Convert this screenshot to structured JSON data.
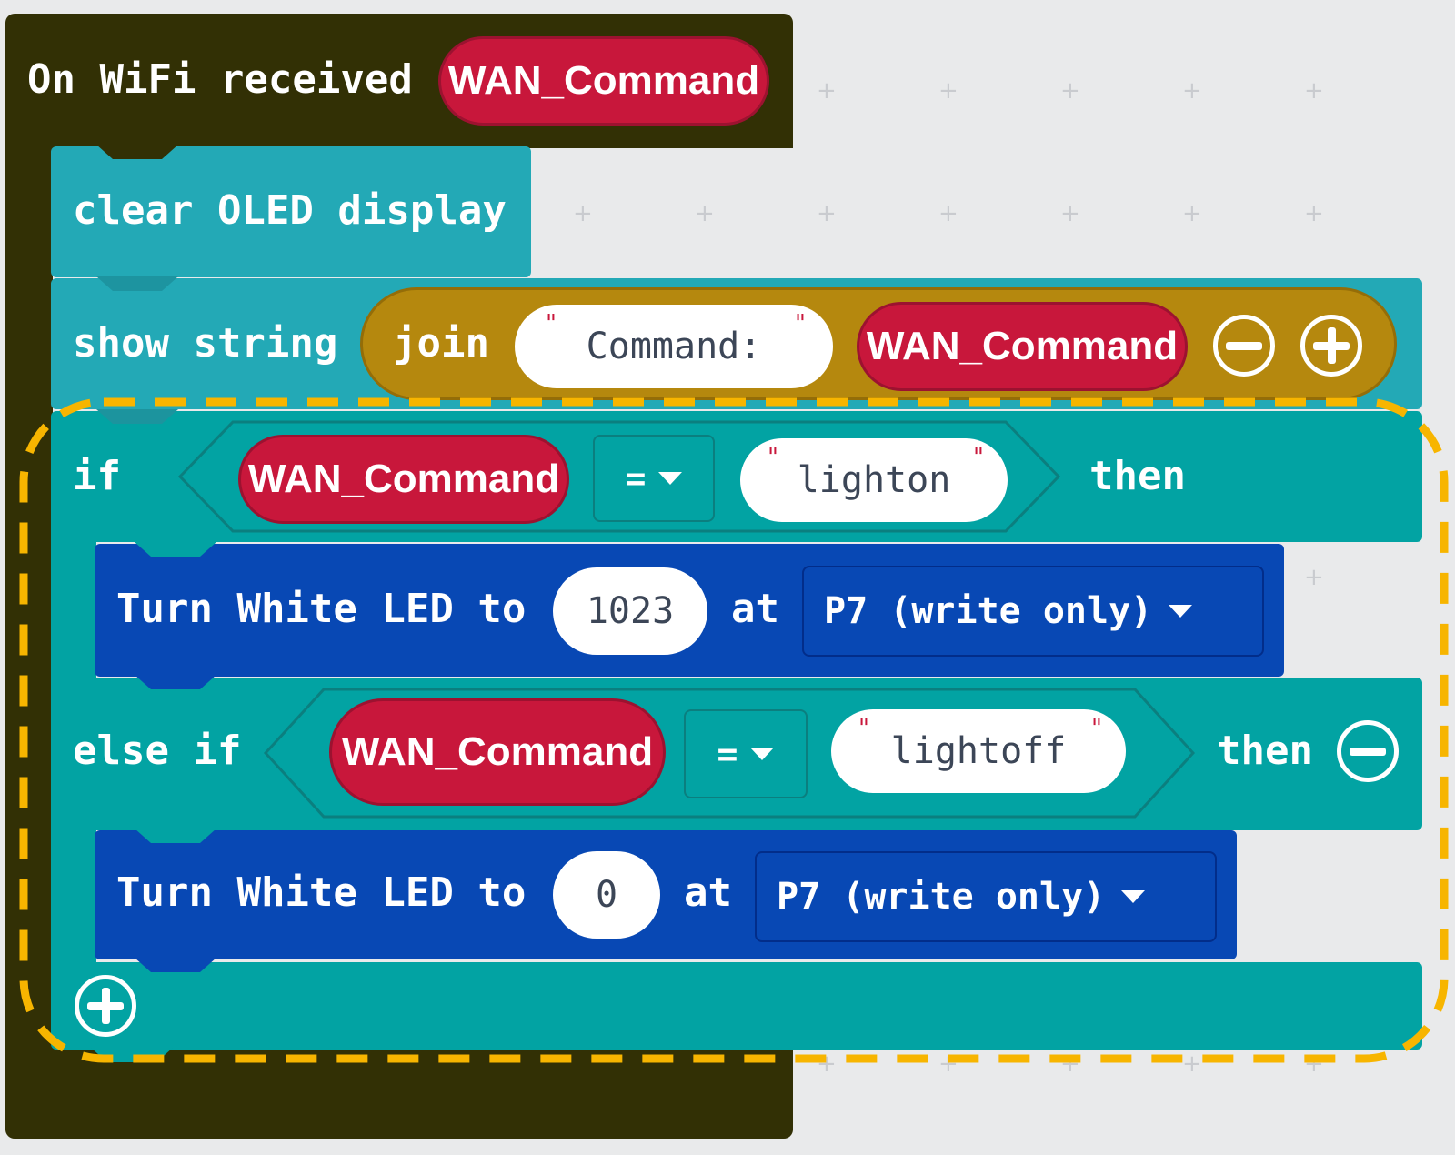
{
  "event_block": {
    "label": "On WiFi received",
    "param": "WAN_Command"
  },
  "clear_block": {
    "label": "clear OLED display"
  },
  "show_block": {
    "label": "show string",
    "join_label": "join",
    "string_value": "Command: ",
    "variable": "WAN_Command"
  },
  "if_block": {
    "if_label": "if",
    "variable": "WAN_Command",
    "operator": "=",
    "value": "lighton",
    "then_label": "then"
  },
  "led_block_1": {
    "label": "Turn White LED to",
    "value": "1023",
    "at_label": "at",
    "pin": "P7 (write only)"
  },
  "else_if_block": {
    "label": "else if",
    "variable": "WAN_Command",
    "operator": "=",
    "value": "lightoff",
    "then_label": "then"
  },
  "led_block_2": {
    "label": "Turn White LED to",
    "value": "0",
    "at_label": "at",
    "pin": "P7 (write only)"
  },
  "colors": {
    "event_block": "#323005",
    "oled_block": "#23a9b6",
    "logic_block": "#02a3a3",
    "led_block": "#0848b4",
    "variable": "#c8173b",
    "join_block": "#b5880e",
    "highlight_dash": "#f7b500"
  },
  "icons": {
    "remove": "minus-circle-icon",
    "add": "plus-circle-icon",
    "dropdown": "caret-down-icon"
  }
}
